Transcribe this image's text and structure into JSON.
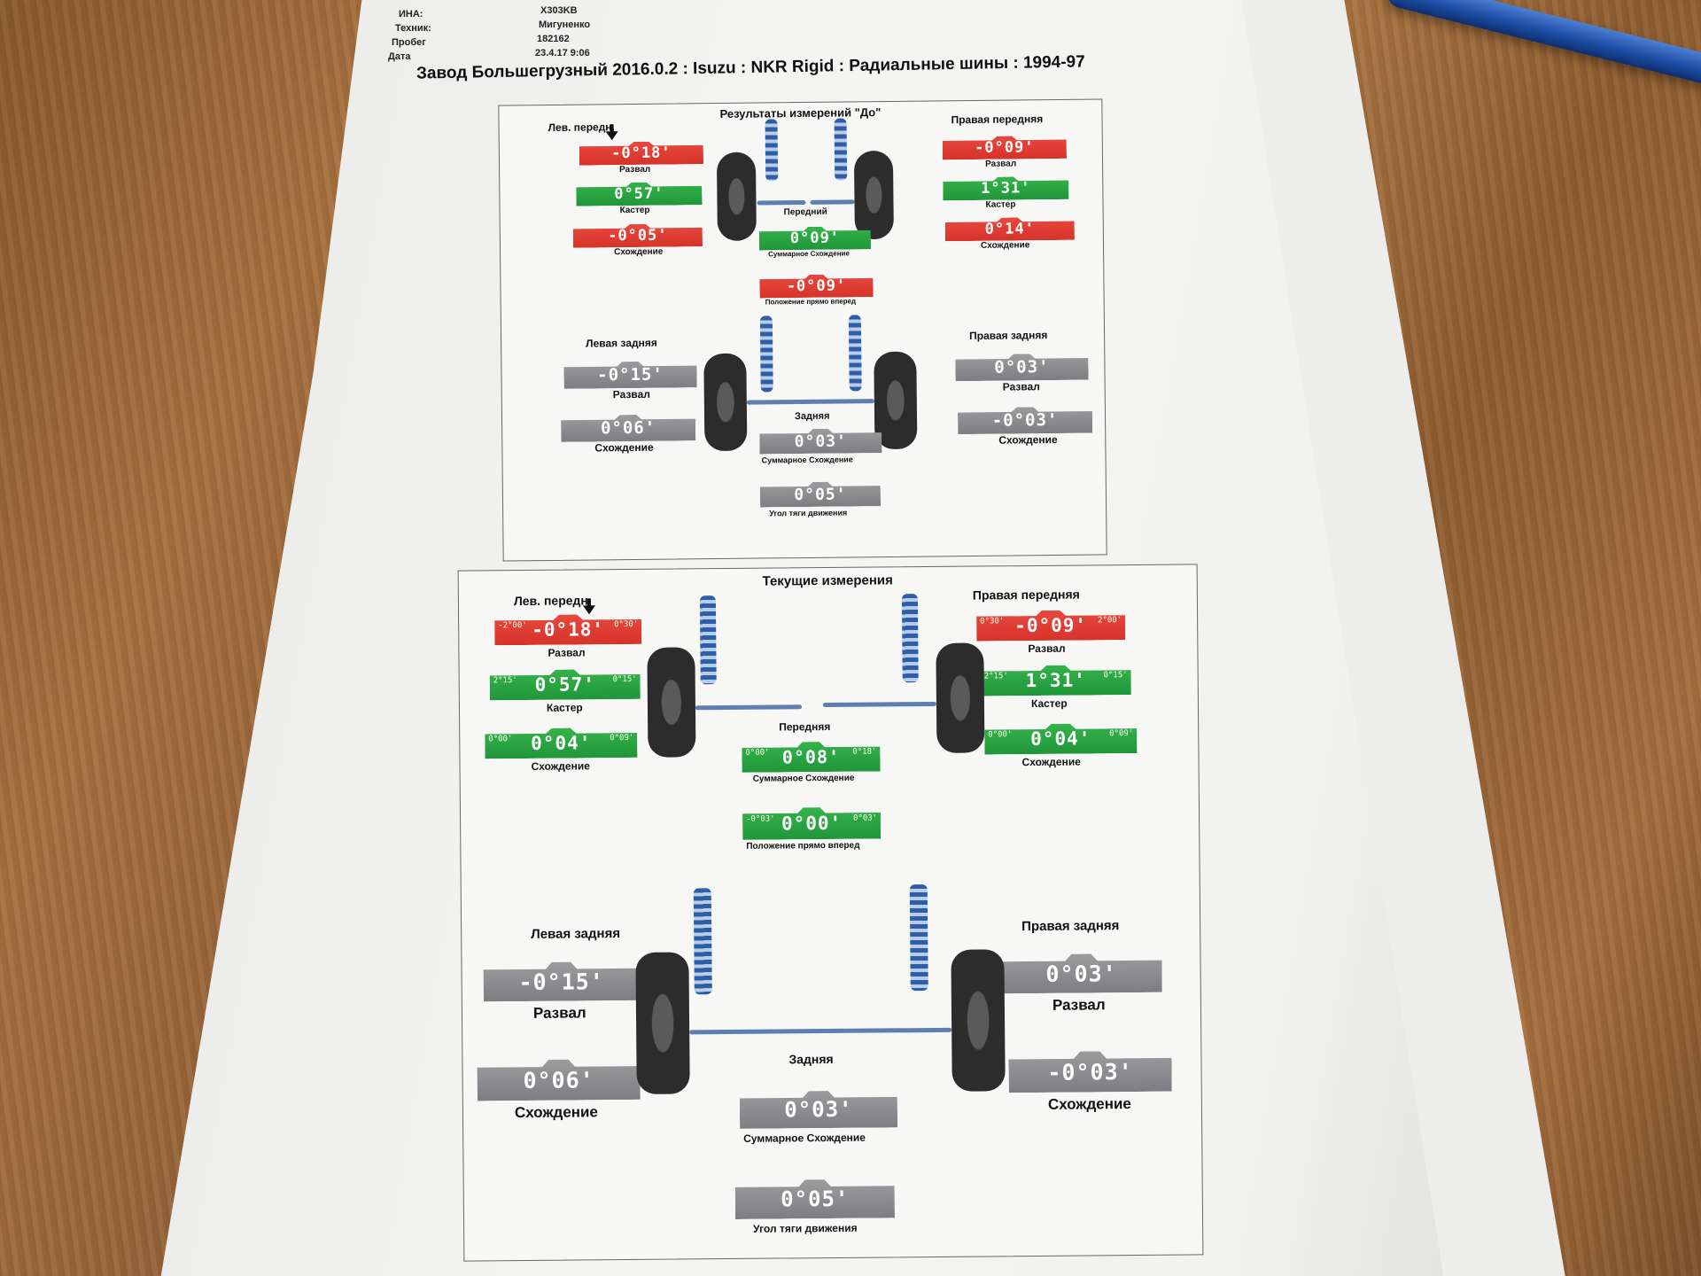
{
  "header": {
    "fields": [
      {
        "label": "ИНА:",
        "value": "X303KB"
      },
      {
        "label": "Техник:",
        "value": "Мигуненко"
      },
      {
        "label": "Пробег",
        "value": "182162"
      },
      {
        "label": "Дата",
        "value": "23.4.17 9:06"
      }
    ],
    "title": "Завод Большегрузный  2016.0.2 : Isuzu : NKR Rigid : Радиальные шины : 1994-97"
  },
  "before": {
    "title": "Результаты измерений \"До\"",
    "front_left_title": "Лев. передн.",
    "front_right_title": "Правая передняя",
    "fl_camber": "-0°18'",
    "fl_caster": "0°57'",
    "fl_toe": "-0°05'",
    "fr_camber": "-0°09'",
    "fr_caster": "1°31'",
    "fr_toe": "0°14'",
    "front_label": "Передний",
    "total_toe": "0°09'",
    "total_toe_label": "Суммарное Схождение",
    "straight": "-0°09'",
    "straight_label": "Положение прямо вперед",
    "rear_left_title": "Левая задняя",
    "rear_right_title": "Правая задняя",
    "rl_camber": "-0°15'",
    "rr_camber": "0°03'",
    "rl_toe": "0°06'",
    "rr_toe": "-0°03'",
    "rear_label": "Задняя",
    "rear_total_toe": "0°03'",
    "rear_total_label": "Суммарное Схождение",
    "thrust": "0°05'",
    "thrust_label": "Угол тяги движения",
    "camber_label": "Развал",
    "caster_label": "Кастер",
    "toe_label": "Схождение"
  },
  "current": {
    "title": "Текущие измерения",
    "front_left_title": "Лев. передн.",
    "front_right_title": "Правая передняя",
    "fl_camber": "-0°18'",
    "fl_caster": "0°57'",
    "fl_toe": "0°04'",
    "fr_camber": "-0°09'",
    "fr_caster": "1°31'",
    "fr_toe": "0°04'",
    "fl_camber_lim": [
      "-2°00'",
      "0°30'"
    ],
    "fl_caster_lim": [
      "2°15'",
      "0°15'"
    ],
    "fl_toe_lim": [
      "0°00'",
      "0°09'"
    ],
    "fr_camber_lim": [
      "0°30'",
      "2°00'"
    ],
    "fr_caster_lim": [
      "2°15'",
      "0°15'"
    ],
    "fr_toe_lim": [
      "0°00'",
      "0°09'"
    ],
    "front_label": "Передняя",
    "total_toe": "0°08'",
    "total_toe_label": "Суммарное Схождение",
    "total_toe_lim": [
      "0°00'",
      "0°18'"
    ],
    "straight": "0°00'",
    "straight_label": "Положение прямо вперед",
    "straight_lim": [
      "-0°03'",
      "0°03'"
    ],
    "rear_left_title": "Левая задняя",
    "rear_right_title": "Правая задняя",
    "rl_camber": "-0°15'",
    "rr_camber": "0°03'",
    "rl_toe": "0°06'",
    "rr_toe": "-0°03'",
    "rear_label": "Задняя",
    "rear_total_toe": "0°03'",
    "rear_total_label": "Суммарное Схождение",
    "thrust": "0°05'",
    "thrust_label": "Угол тяги движения",
    "camber_label": "Развал",
    "caster_label": "Кастер",
    "toe_label": "Схождение"
  },
  "colors": {
    "out_of_spec": "#d63329",
    "in_spec": "#20963a",
    "no_spec": "#7e7e82"
  }
}
